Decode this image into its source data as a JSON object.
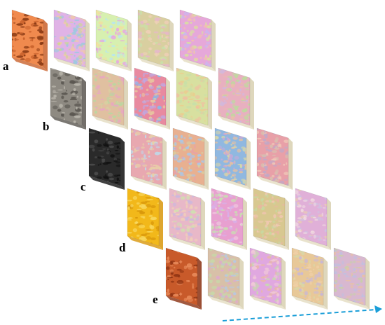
{
  "rows": [
    {
      "label": "a",
      "key": "a",
      "source": {
        "colors": [
          "#f08a4e",
          "#c9622c",
          "#8a3a14"
        ]
      },
      "tiles": [
        {
          "colors": [
            "#e0b3e6",
            "#c9d98f",
            "#f0c9a8",
            "#9ec9e0"
          ]
        },
        {
          "colors": [
            "#d7f0b0",
            "#e6a7e0",
            "#b8e6f0",
            "#f0e0a0"
          ]
        },
        {
          "colors": [
            "#d9cfa0",
            "#e6b8c9",
            "#c9e0a8",
            "#f0d0b8"
          ]
        },
        {
          "colors": [
            "#e6a8d9",
            "#d9e0a0",
            "#f0c0b0",
            "#c8b8f0"
          ]
        }
      ]
    },
    {
      "label": "b",
      "key": "b",
      "source": {
        "colors": [
          "#8e8a82",
          "#5a5650",
          "#b8b4aa"
        ]
      },
      "tiles": [
        {
          "colors": [
            "#e0c0a0",
            "#b8d8a0",
            "#e8a8c0",
            "#d8d0a0"
          ]
        },
        {
          "colors": [
            "#e88aa0",
            "#8ab8e8",
            "#e8c8a0",
            "#c0a8e0"
          ]
        },
        {
          "colors": [
            "#d8e0a0",
            "#e8d090",
            "#c8e0a8",
            "#f0c0a0"
          ]
        },
        {
          "colors": [
            "#e8b0c0",
            "#c0d8a0",
            "#e8c0a8",
            "#d0b8e0"
          ]
        }
      ]
    },
    {
      "label": "c",
      "key": "c",
      "source": {
        "colors": [
          "#2a2a2a",
          "#111111",
          "#4a4a4a"
        ]
      },
      "tiles": [
        {
          "colors": [
            "#e8a8b0",
            "#c0d8e8",
            "#e8d0a8",
            "#d8b0c8"
          ]
        },
        {
          "colors": [
            "#e8b090",
            "#a8c8e8",
            "#d8d0a0",
            "#e8a0a8"
          ]
        },
        {
          "colors": [
            "#90b8e0",
            "#e8c0a0",
            "#c8a8d8",
            "#d8d8a8"
          ]
        },
        {
          "colors": [
            "#e8a0a8",
            "#d8c0b0",
            "#c0a8c8",
            "#f0c8b8"
          ]
        }
      ]
    },
    {
      "label": "d",
      "key": "d",
      "source": {
        "colors": [
          "#f2b81a",
          "#d8960a",
          "#f8d860"
        ]
      },
      "tiles": [
        {
          "colors": [
            "#e8b8c8",
            "#d0e0b0",
            "#c8b8e0",
            "#f0d0b8"
          ]
        },
        {
          "colors": [
            "#e8a0d0",
            "#f0d0e0",
            "#c8e0b0",
            "#d8b0e8"
          ]
        },
        {
          "colors": [
            "#d8c890",
            "#e8b8a0",
            "#c8d8a0",
            "#f0c8b0"
          ]
        },
        {
          "colors": [
            "#e0b0d8",
            "#f0d8e0",
            "#d0c0e0",
            "#e8c8b8"
          ]
        }
      ]
    },
    {
      "label": "e",
      "key": "e",
      "source": {
        "colors": [
          "#c85a2a",
          "#8a3010",
          "#e88a5a"
        ]
      },
      "tiles": [
        {
          "colors": [
            "#d8c0a8",
            "#c8d8a8",
            "#e0a8d0",
            "#b8c8e0"
          ]
        },
        {
          "colors": [
            "#e0a8e0",
            "#f0c8d8",
            "#c8d8b0",
            "#e8b8a8"
          ]
        },
        {
          "colors": [
            "#e8c898",
            "#d8d8a8",
            "#c8b8d8",
            "#f0d0a8"
          ]
        },
        {
          "colors": [
            "#d8b8d0",
            "#c8d0a8",
            "#e8c0a8",
            "#c0c0e0"
          ]
        }
      ]
    }
  ],
  "arrow": {
    "color": "#1a9ed8"
  }
}
